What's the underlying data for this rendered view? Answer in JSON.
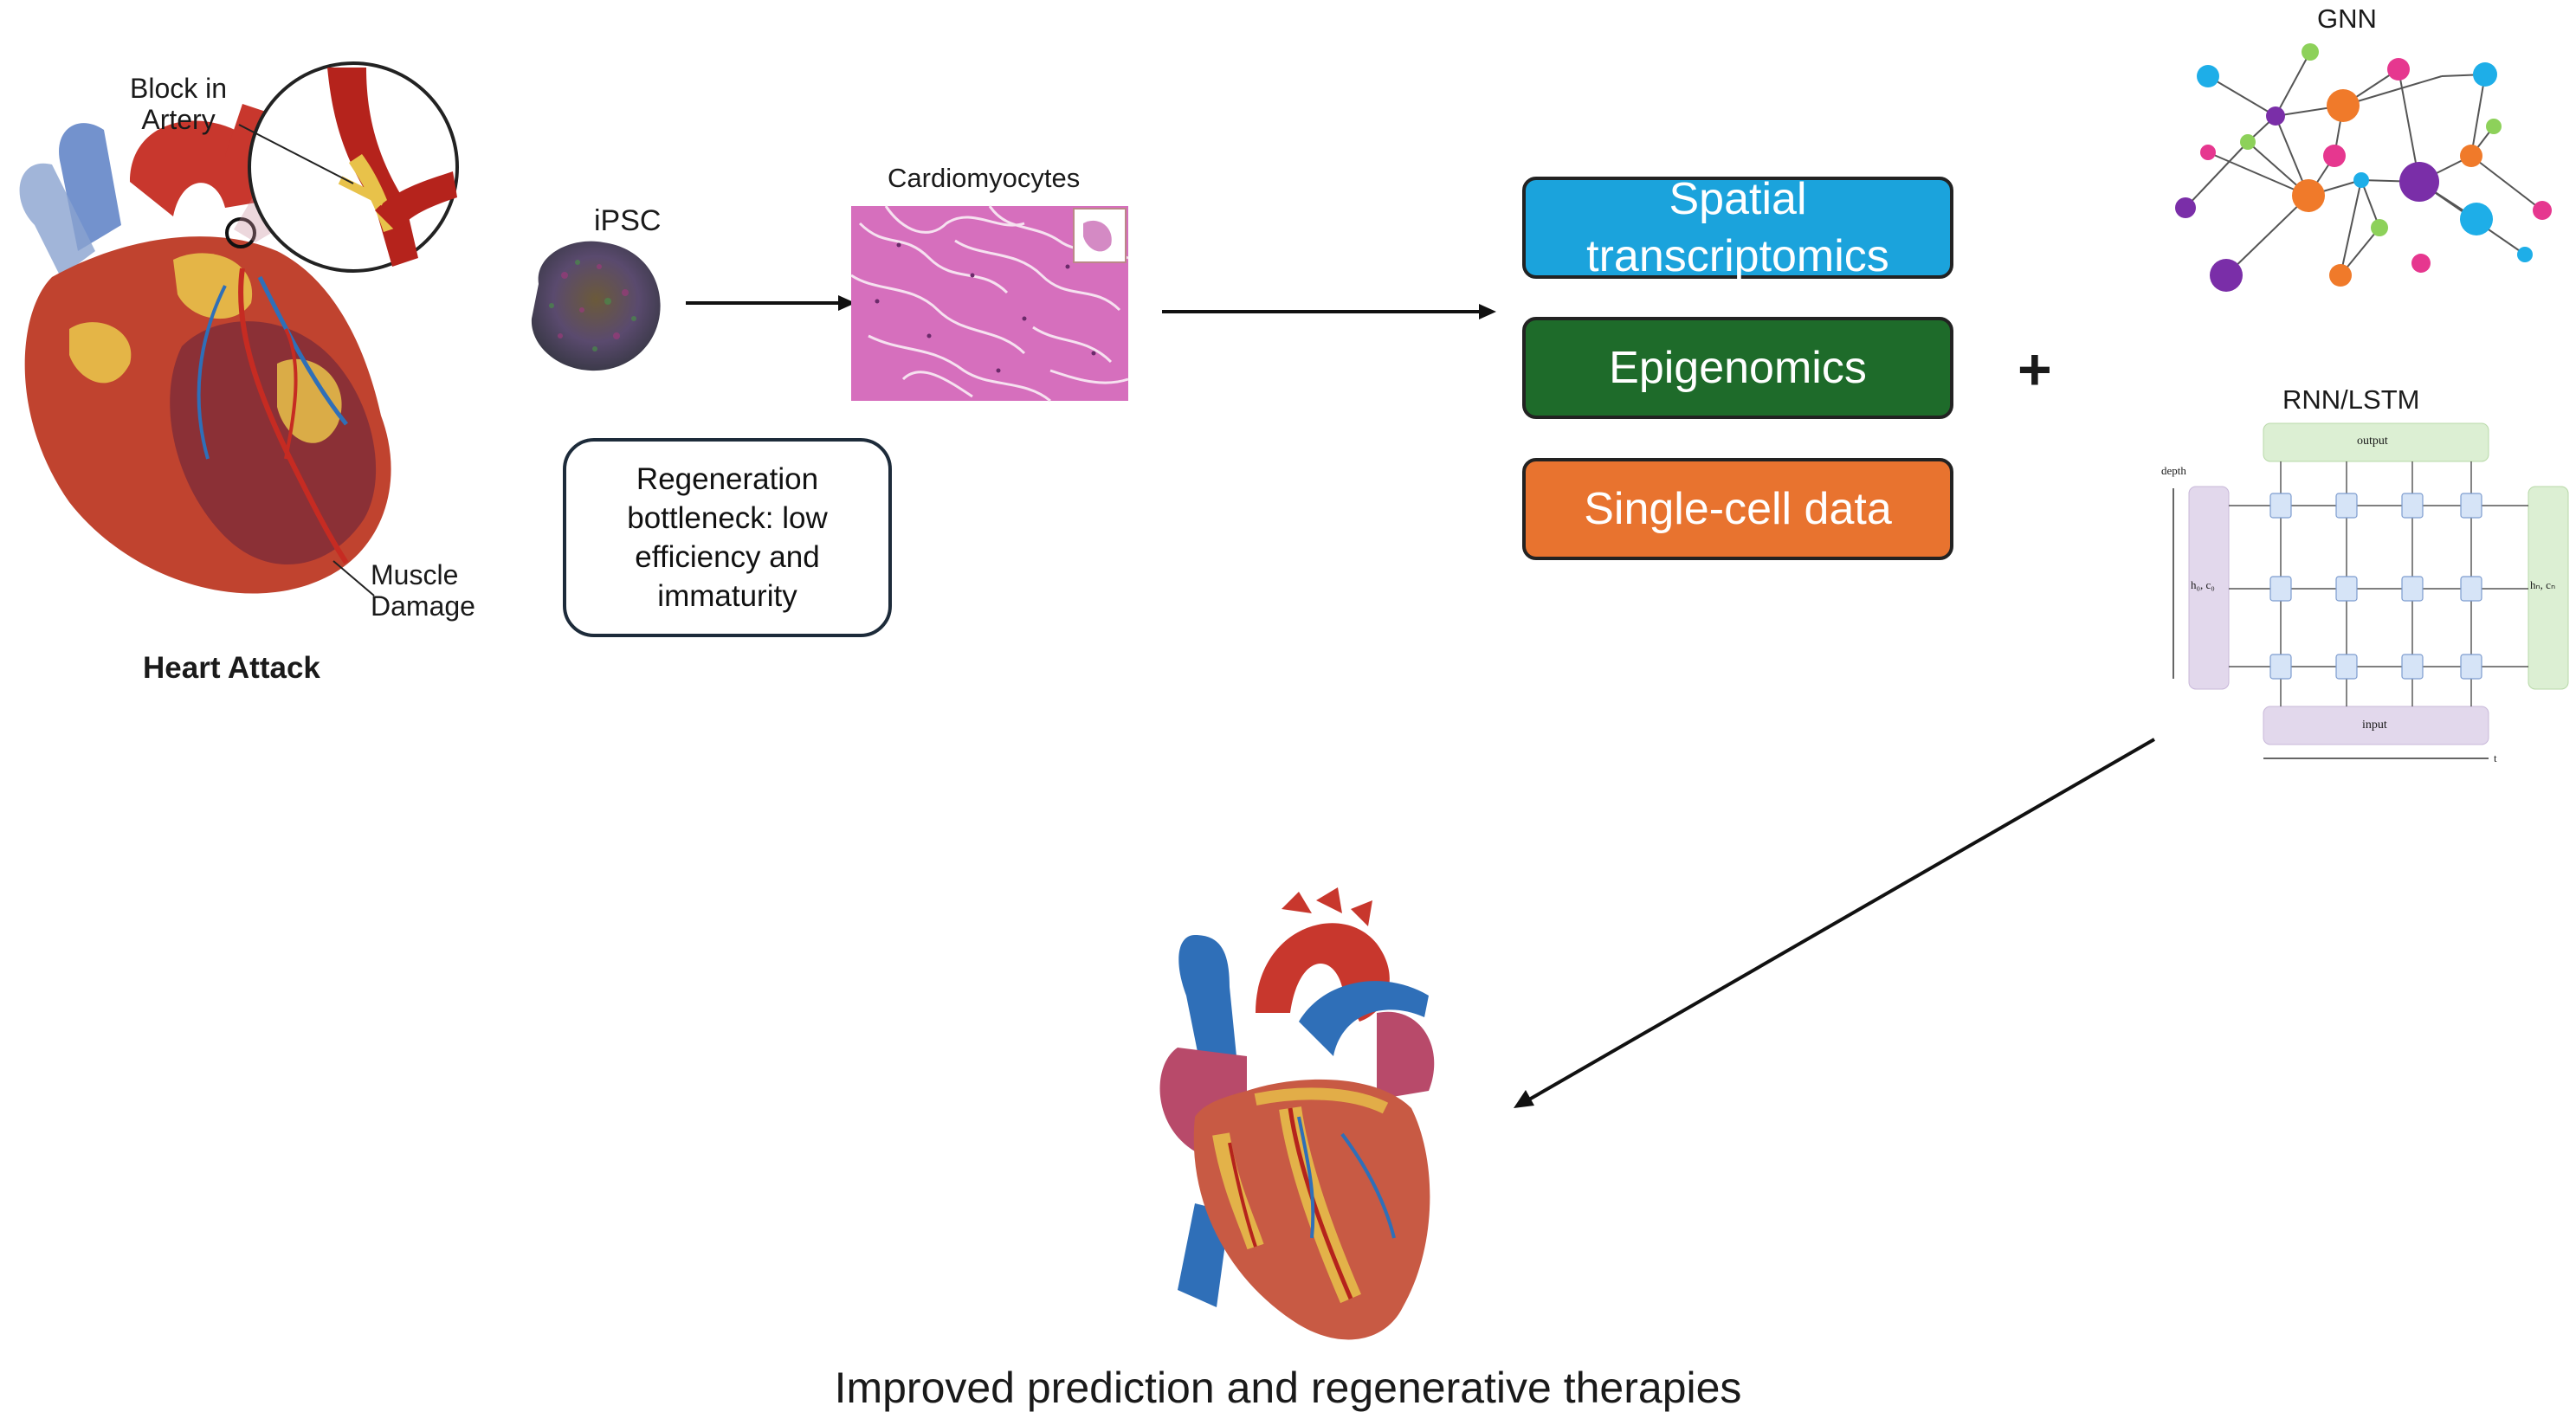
{
  "heart_attack": {
    "block_label": "Block in\nArtery",
    "muscle_label": "Muscle\nDamage",
    "caption": "Heart Attack"
  },
  "ipsc": {
    "label": "iPSC"
  },
  "cardiomyocytes": {
    "label": "Cardiomyocytes"
  },
  "bottleneck": {
    "text": "Regeneration bottleneck: low efficiency and immaturity"
  },
  "omics": [
    {
      "label": "Spatial transcriptomics",
      "color": "#1ba3dc"
    },
    {
      "label": "Epigenomics",
      "color": "#1e6b2a"
    },
    {
      "label": "Single-cell data",
      "color": "#e8732f"
    }
  ],
  "plus": "+",
  "gnn": {
    "label": "GNN"
  },
  "rnn": {
    "label": "RNN/LSTM",
    "output": "output",
    "input": "input",
    "depth": "depth",
    "t": "t",
    "h0c0": "h₀, c₀",
    "hncn": "hₙ, cₙ"
  },
  "result": {
    "caption": "Improved prediction and regenerative therapies"
  },
  "colors": {
    "arrow": "#111111",
    "heart_red": "#c8372d",
    "heart_blue": "#2f6fb8",
    "fat_yellow": "#e8c24a"
  }
}
